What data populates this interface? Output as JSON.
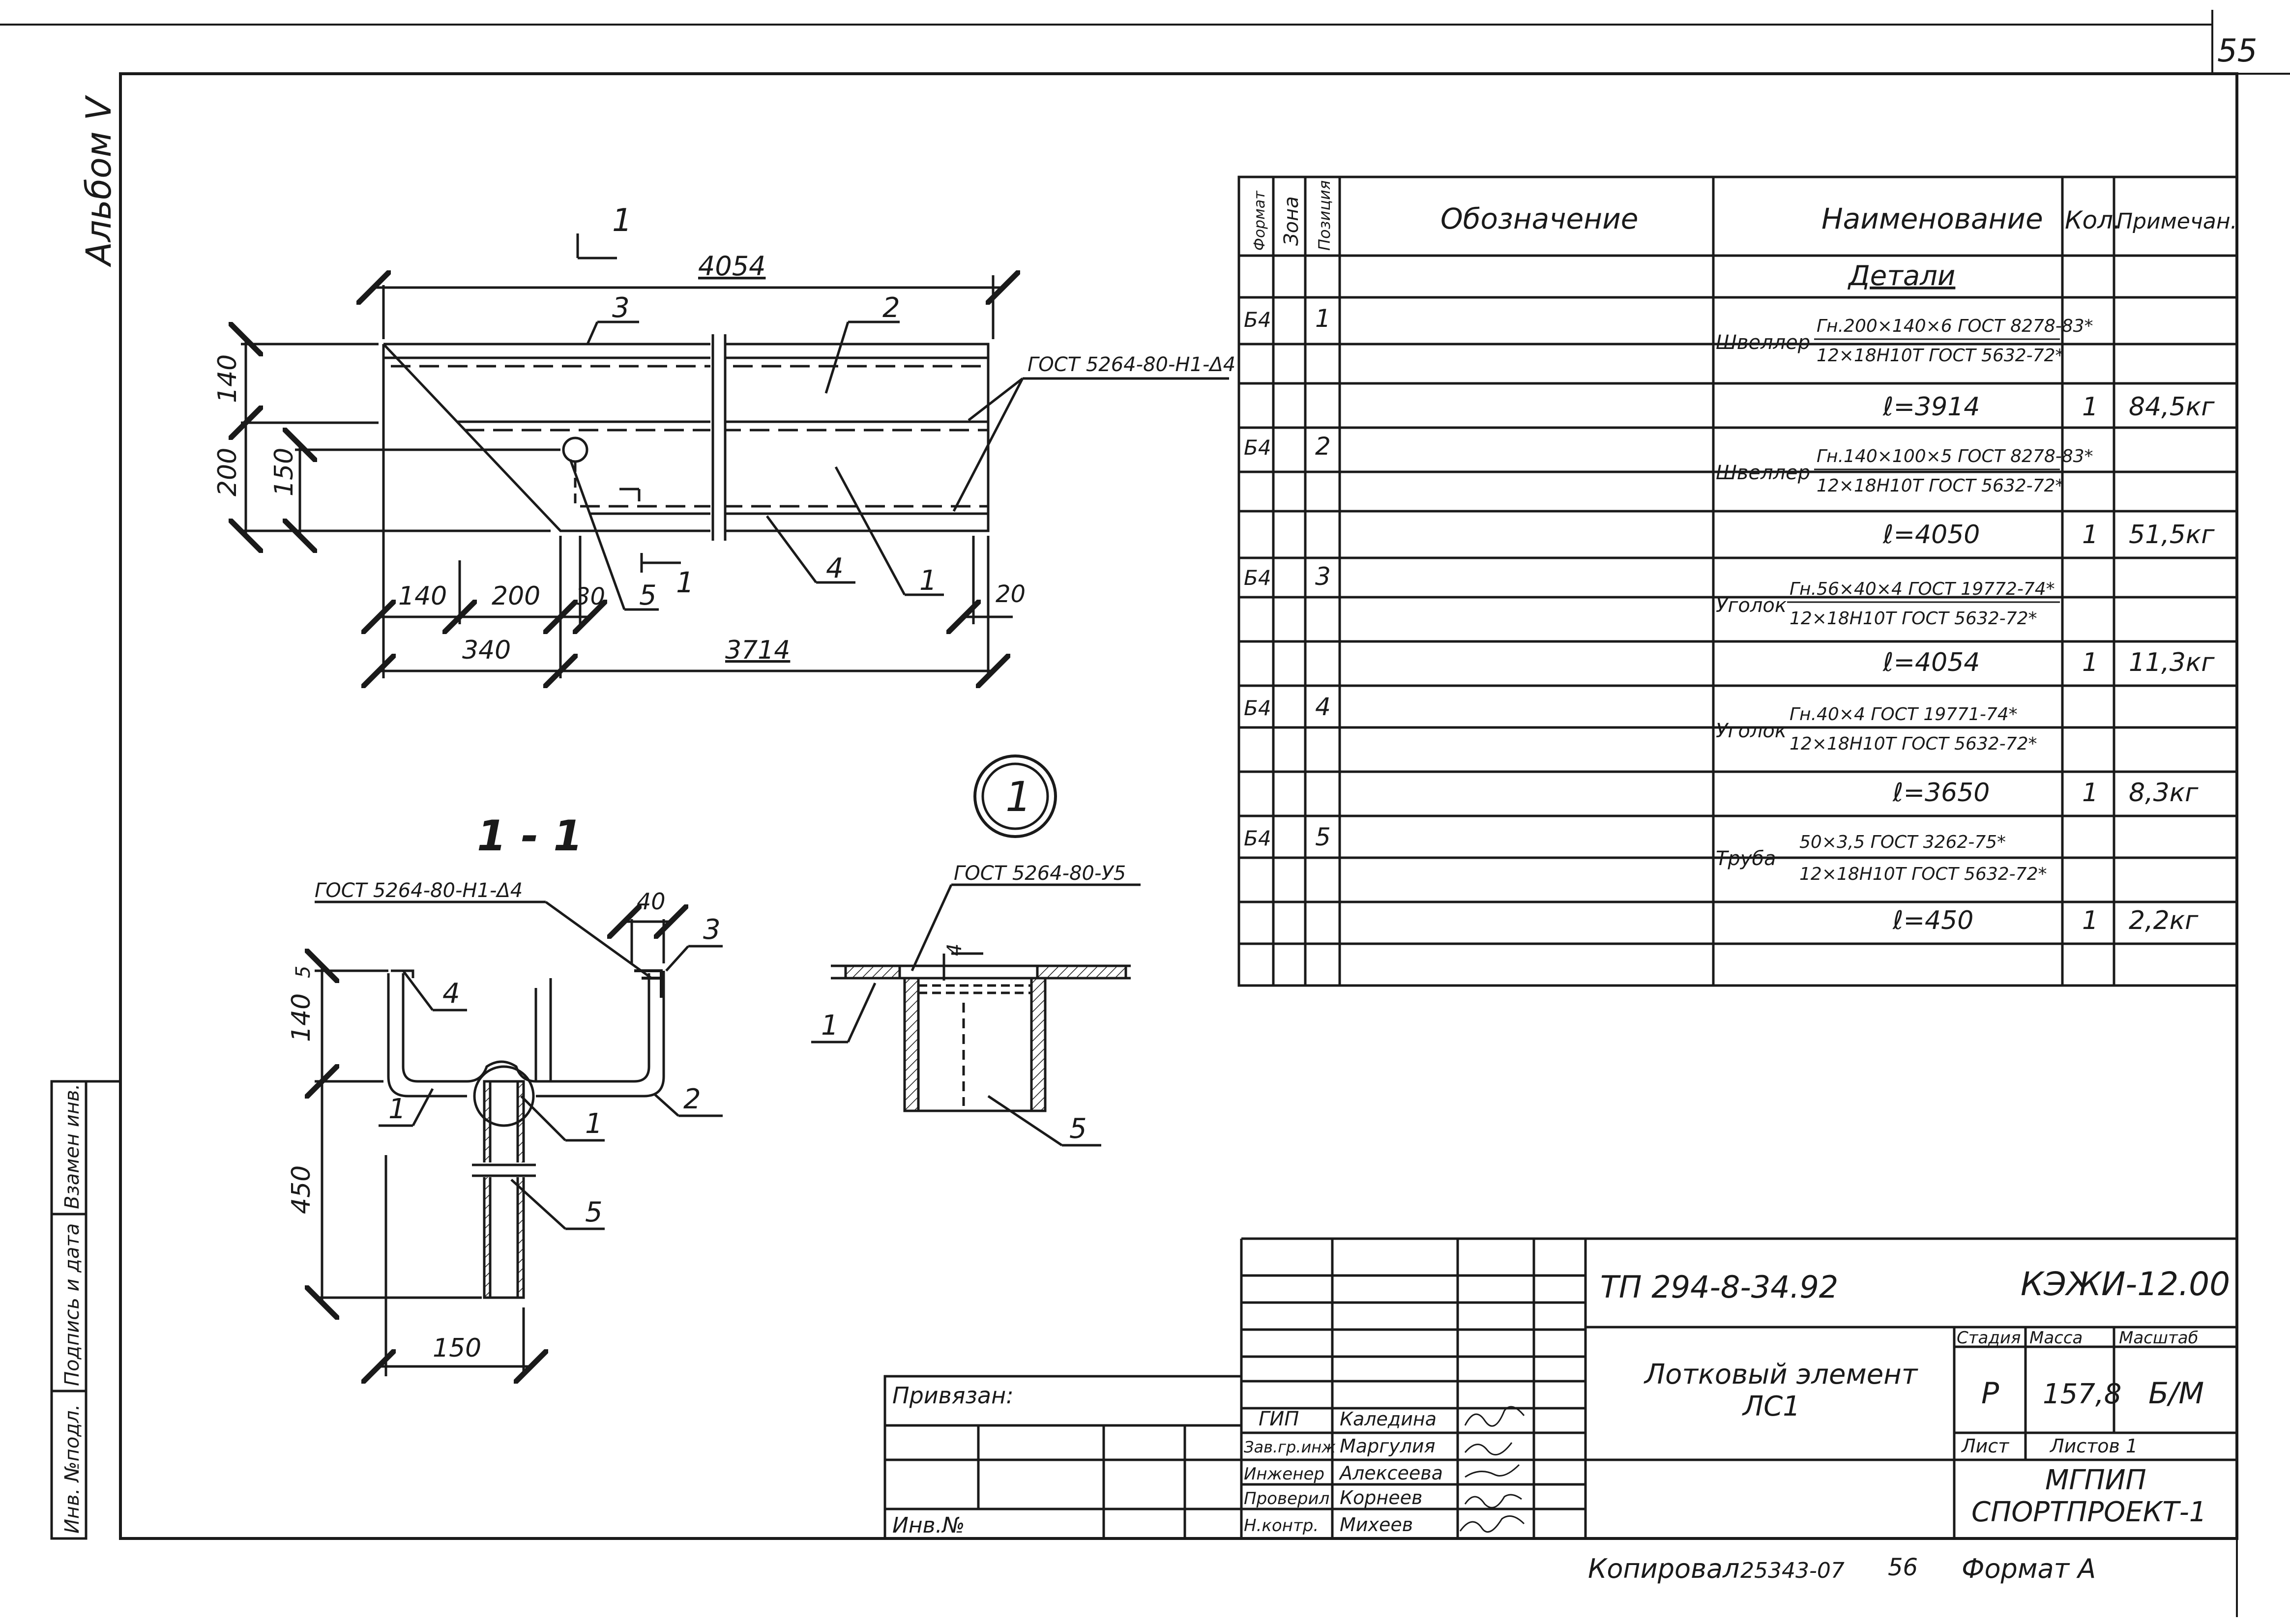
{
  "sheet_number": "55",
  "album": "Альбом V",
  "side_stamp": {
    "inv_podl": "Инв. №подл.",
    "podpis_data": "Подпись и дата",
    "vzam_inv": "Взамен инв."
  },
  "plan": {
    "section_marker": "1",
    "dim_total": "4054",
    "dim_140_v": "140",
    "dim_200_v": "200",
    "dim_150_v": "150",
    "dim_140_h": "140",
    "dim_200_h": "200",
    "dim_30": "30",
    "dim_20": "20",
    "dim_340": "340",
    "dim_3714": "3714",
    "weld_note": "ГОСТ 5264-80-Н1-Δ4",
    "positions": [
      "3",
      "2",
      "4",
      "1",
      "5"
    ]
  },
  "section": {
    "title": "1 - 1",
    "weld_note": "ГОСТ 5264-80-Н1-Δ4",
    "dim_40": "40",
    "dim_5": "5",
    "dim_140": "140",
    "dim_450": "450",
    "dim_150": "150",
    "positions": [
      "3",
      "4",
      "1",
      "1",
      "2",
      "5"
    ]
  },
  "node": {
    "marker": "1",
    "weld_note": "ГОСТ 5264-80-У5",
    "dim_4": "4",
    "positions": [
      "1",
      "5"
    ]
  },
  "spec": {
    "headers": {
      "format": "Формат",
      "zone": "Зона",
      "position": "Позиция",
      "designation": "Обозначение",
      "name": "Наименование",
      "qty": "Кол.",
      "note": "Примечан."
    },
    "section_title": "Детали",
    "items": [
      {
        "format": "Б4",
        "pos": "1",
        "kind": "Швеллер",
        "top": "Гн.200×140×6 ГОСТ 8278-83*",
        "bottom": "12×18Н10Т ГОСТ 5632-72*",
        "len": "ℓ=3914",
        "qty": "1",
        "note": "84,5кг"
      },
      {
        "format": "Б4",
        "pos": "2",
        "kind": "Швеллер",
        "top": "Гн.140×100×5 ГОСТ 8278-83*",
        "bottom": "12×18Н10Т ГОСТ 5632-72*",
        "len": "ℓ=4050",
        "qty": "1",
        "note": "51,5кг"
      },
      {
        "format": "Б4",
        "pos": "3",
        "kind": "Уголок",
        "top": "Гн.56×40×4 ГОСТ 19772-74*",
        "bottom": "12×18Н10Т ГОСТ 5632-72*",
        "len": "ℓ=4054",
        "qty": "1",
        "note": "11,3кг"
      },
      {
        "format": "Б4",
        "pos": "4",
        "kind": "Уголок",
        "top": "Гн.40×4 ГОСТ 19771-74*",
        "bottom": "12×18Н10Т ГОСТ 5632-72*",
        "len": "ℓ=3650",
        "qty": "1",
        "note": "8,3кг"
      },
      {
        "format": "Б4",
        "pos": "5",
        "kind": "Труба",
        "top": "50×3,5 ГОСТ 3262-75*",
        "bottom": "12×18Н10Т ГОСТ 5632-72*",
        "len": "ℓ=450",
        "qty": "1",
        "note": "2,2кг"
      }
    ]
  },
  "title_block": {
    "project_code": "ТП 294-8-34.92",
    "doc_code": "КЭЖИ-12.00",
    "title_line1": "Лотковый элемент",
    "title_line2": "ЛС1",
    "stage_label": "Стадия",
    "mass_label": "Масса",
    "scale_label": "Масштаб",
    "stage": "Р",
    "mass": "157,8",
    "scale": "Б/М",
    "sheet_label": "Лист",
    "sheets_label": "Листов 1",
    "org_line1": "МГПИП",
    "org_line2": "СПОРТПРОЕКТ-1",
    "privyazan": "Привязан:",
    "inv_no": "Инв.№",
    "signers": [
      {
        "role": "ГИП",
        "name": "Каледина"
      },
      {
        "role": "Зав.гр.инж",
        "name": "Маргулия"
      },
      {
        "role": "Инженер",
        "name": "Алексеева"
      },
      {
        "role": "Проверил",
        "name": "Корнеев"
      },
      {
        "role": "Н.контр.",
        "name": "Михеев"
      }
    ]
  },
  "footer": {
    "copied": "Копировал",
    "code": "25343-07",
    "number": "56",
    "format": "Формат А"
  }
}
